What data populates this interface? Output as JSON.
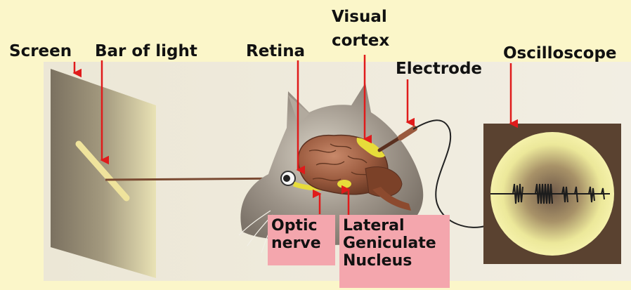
{
  "labels": {
    "screen": "Screen",
    "bar_of_light": "Bar of light",
    "retina": "Retina",
    "visual_cortex_line1": "Visual",
    "visual_cortex_line2": "cortex",
    "electrode": "Electrode",
    "oscilloscope": "Oscilloscope",
    "optic_nerve_line1": "Optic",
    "optic_nerve_line2": "nerve",
    "lgn_line1": "Lateral",
    "lgn_line2": "Geniculate",
    "lgn_line3": "Nucleus"
  },
  "colors": {
    "background": "#fbf6c9",
    "arrow": "#e01b1b",
    "label_box": "#f4a6ad",
    "brain": "#9a5a3e",
    "scope_frame": "#5a4230",
    "scope_screen": "#f3efa0"
  }
}
